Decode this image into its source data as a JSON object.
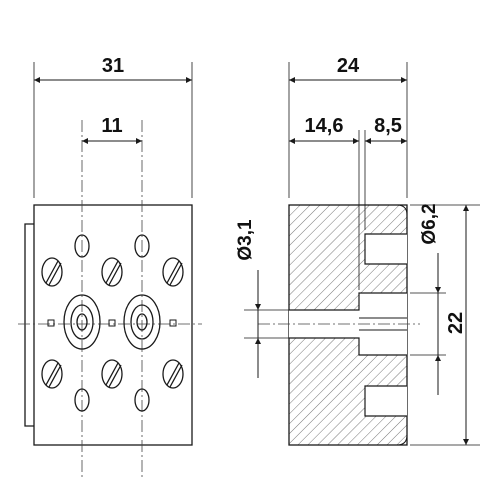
{
  "dimensions": {
    "width_total": "31",
    "pin_spacing": "11",
    "depth_total": "24",
    "depth_front": "14,6",
    "depth_rear": "8,5",
    "hole_diameter": "Ø3,1",
    "bore_diameter": "Ø6,2",
    "height": "22"
  },
  "colors": {
    "line": "#1a1a1a",
    "hatch": "#555555",
    "center_line": "#444444"
  }
}
